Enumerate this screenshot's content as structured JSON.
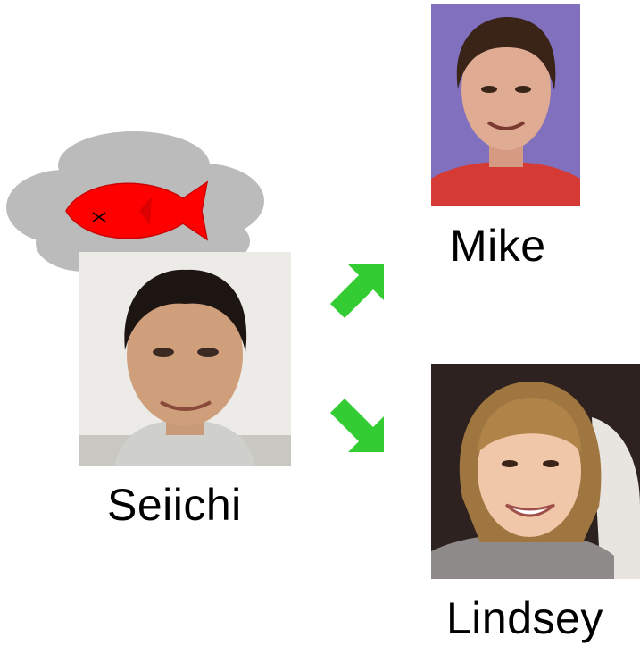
{
  "people": {
    "seiichi": {
      "name": "Seiichi"
    },
    "mike": {
      "name": "Mike"
    },
    "lindsey": {
      "name": "Lindsey"
    }
  },
  "thought": {
    "content_icon": "dead-fish-icon"
  },
  "arrows": [
    {
      "direction": "up-right",
      "color": "#33cc33"
    },
    {
      "direction": "down-right",
      "color": "#33cc33"
    }
  ],
  "colors": {
    "cloud": "#bbbbbb",
    "fish": "#ff0000",
    "arrow": "#33cc33",
    "background": "#ffffff"
  }
}
